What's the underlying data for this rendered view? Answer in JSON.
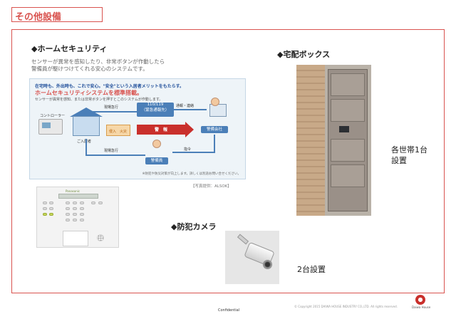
{
  "page": {
    "title": "その他設備",
    "footer_center": "Confidential",
    "footer_copyright": "© Copyright 2015 DAIWA HOUSE INDUSTRY CO.,LTD. All rights reserved.",
    "logo_text": "Daiwa House",
    "accent_color": "#d9534f"
  },
  "home_security": {
    "heading": "◆ホームセキュリティ",
    "desc_line1": "センサーが異常を感知したり、非常ボタンが作動したら",
    "desc_line2": "警備員が駆けつけてくれる安心のシステムです。",
    "source": "【写真提供：ALSOK】",
    "diagram": {
      "top_line1": "在宅時も、外出時も、これで安心。\"安全\"という入居者メリットをもたらす。",
      "top_line2": "ホームセキュリティシステムを標準搭載。",
      "top_line3": "センサーが異常を感知、または非常ボタンを押すとこのシステムが作動します。",
      "controller_label": "コントローラー",
      "rush_label_top": "現場急行",
      "emergency_label": "110/119",
      "emergency_sub": "（緊急通報先）",
      "notify_label": "通報・連絡",
      "alarm_label": "警　報",
      "company_label": "警備会社",
      "resident_label": "ご入居者",
      "rush_label_bottom": "現場急行",
      "command_label": "指令",
      "guard_label": "警備員",
      "intruder_tags": [
        "侵入",
        "火災"
      ],
      "footnote": "※防犯や防災対策が向上します。詳しくは別途お問い合せください。"
    }
  },
  "delivery_box": {
    "heading": "◆宅配ボックス",
    "note_line1": "各世帯1台",
    "note_line2": "設置"
  },
  "camera": {
    "heading": "◆防犯カメラ",
    "note": "2台設置"
  },
  "device": {
    "brand": "Panasonic"
  }
}
